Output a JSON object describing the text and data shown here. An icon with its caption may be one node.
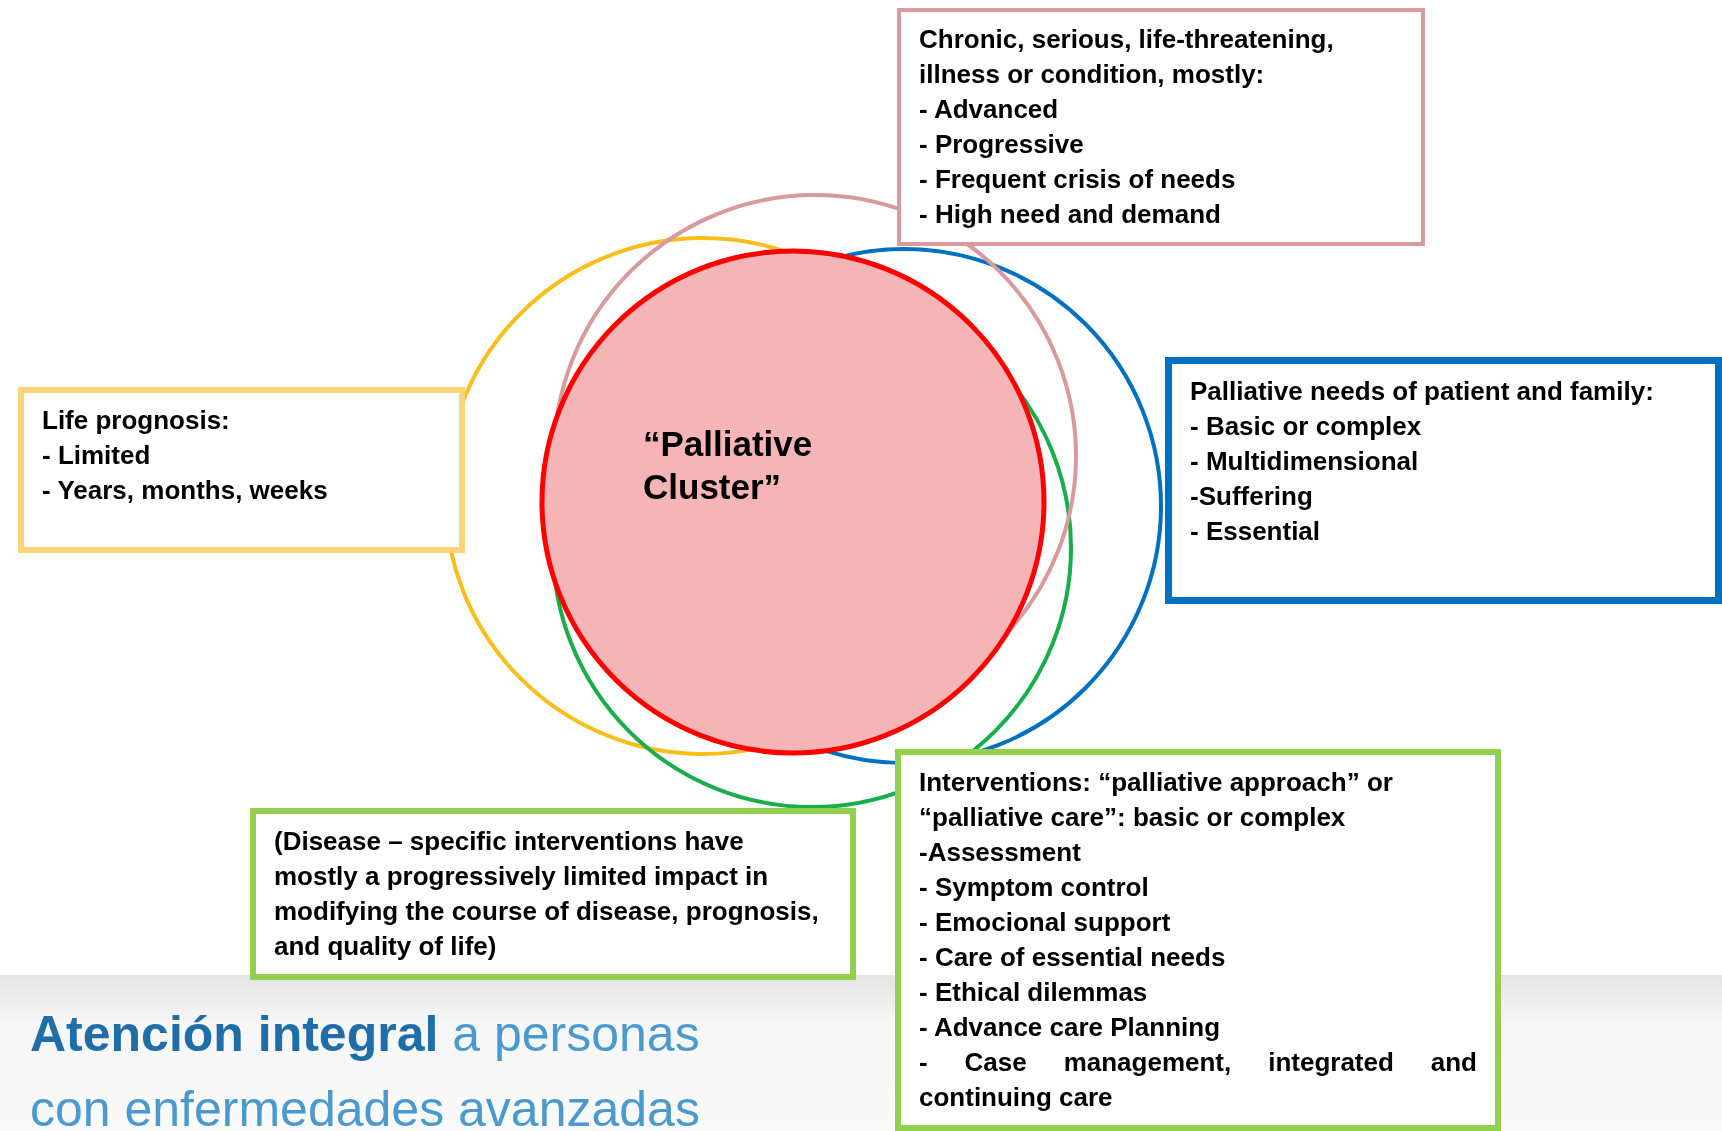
{
  "diagram": {
    "nodes": [
      {
        "text": [
          "Chronic, serious, life-threatening, illness or condition, mostly:",
          "- Advanced",
          "- Progressive",
          "- Frequent crisis of needs",
          "- High need and demand"
        ]
      },
      {
        "text": [],
        "shape": "circle"
      },
      {
        "text": [],
        "shape": "circle"
      },
      {
        "text": [],
        "shape": "circle"
      },
      {
        "text": [],
        "shape": "circle"
      },
      {
        "text": [
          "“Palliative Cluster”"
        ]
      },
      {
        "text": [
          "Life prognosis:",
          "-  Limited",
          "-  Years, months, weeks"
        ]
      },
      {
        "text": [
          "Palliative needs of patient and family:",
          "- Basic or complex",
          "- Multidimensional",
          "-Suffering",
          "- Essential"
        ]
      },
      {
        "text": [
          "(Disease – specific interventions have mostly a progressively limited impact in modifying the course of disease, prognosis, and quality of life)"
        ]
      },
      {
        "text": [
          "Interventions: “palliative approach” or “palliative care”: basic or complex",
          "-Assessment",
          "- Symptom control",
          "- Emocional support",
          "- Care of essential needs",
          "- Ethical dilemmas",
          "- Advance care Planning",
          "- Case management, integrated and continuing care"
        ]
      }
    ],
    "labels": [
      "**Atención integral** a personas",
      "con enfermedades avanzadas"
    ]
  }
}
